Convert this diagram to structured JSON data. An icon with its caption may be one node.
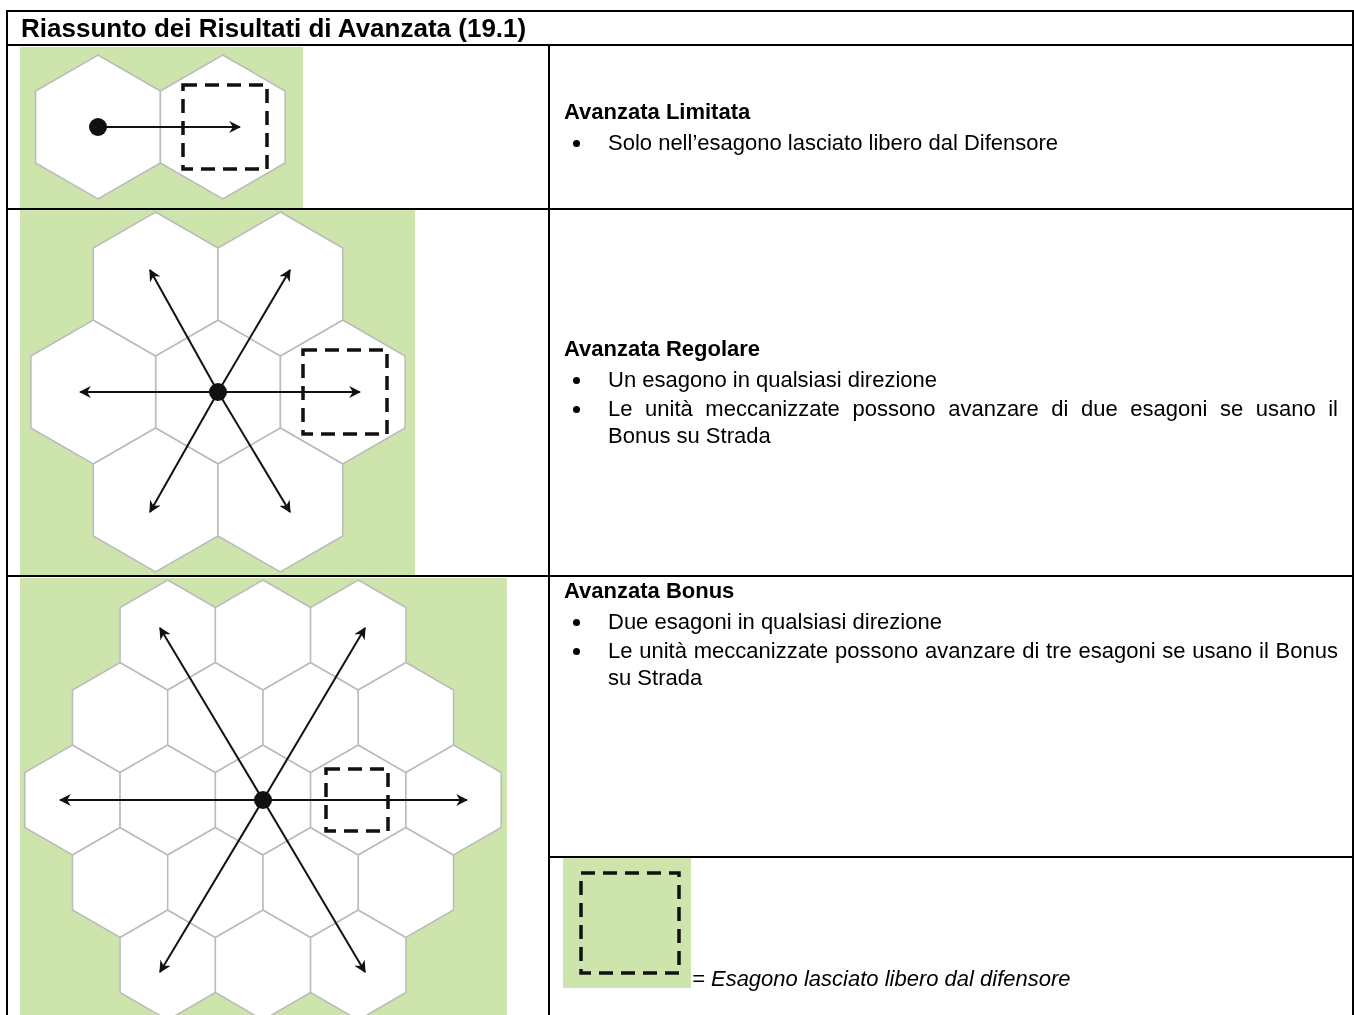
{
  "diagram": {
    "title": "Riassunto dei Risultati di Avanzata (19.1)",
    "labels": [
      "Avanzata Limitata",
      "Solo nell’esagono lasciato libero dal Difensore",
      "Avanzata Regolare",
      "Un esagono in qualsiasi direzione",
      "Le unità meccanizzate possono avanzare di due esagoni se usano il Bonus su Strada",
      "Avanzata Bonus",
      "Due esagoni in qualsiasi direzione",
      "Le unità meccanizzate possono avanzare di tre esagoni se usano il Bonus su Strada"
    ],
    "legend": [
      {
        "text": "= Esagono lasciato libero dal difensore"
      }
    ]
  }
}
